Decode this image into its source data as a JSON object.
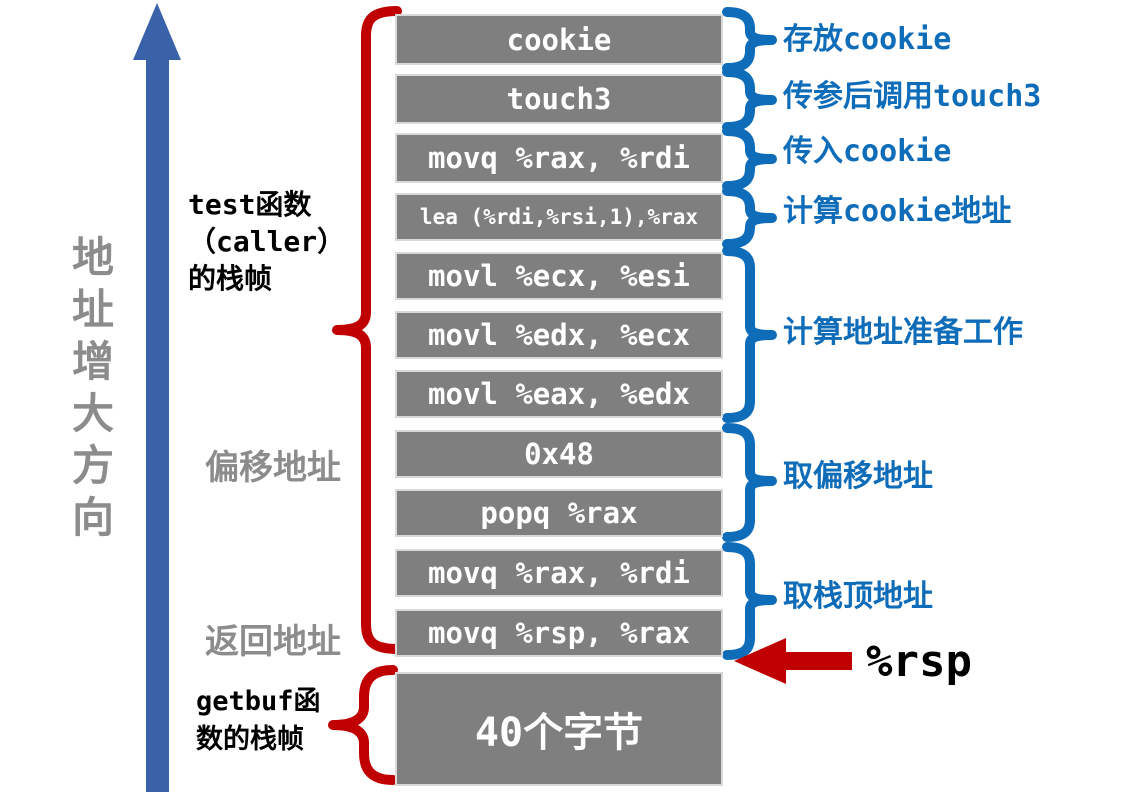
{
  "diagram": {
    "axis": {
      "chars": [
        "地",
        "址",
        "增",
        "大",
        "方",
        "向"
      ]
    },
    "left_labels": {
      "test_frame": [
        "test函数",
        "（caller）",
        "的栈帧"
      ],
      "offset": "偏移地址",
      "return": "返回地址",
      "getbuf_frame": [
        "getbuf函",
        "数的栈帧"
      ]
    },
    "stack_boxes": [
      "cookie",
      "touch3",
      "movq %rax, %rdi",
      "lea (%rdi,%rsi,1),%rax",
      "movl %ecx, %esi",
      "movl %edx, %ecx",
      "movl %eax, %edx",
      "0x48",
      "popq %rax",
      "movq %rax, %rdi",
      "movq %rsp, %rax",
      "40个字节"
    ],
    "right_labels": [
      "存放cookie",
      "传参后调用touch3",
      "传入cookie",
      "计算cookie地址",
      "计算地址准备工作",
      "取偏移地址",
      "取栈顶地址"
    ],
    "rsp_pointer": "%rsp",
    "colors": {
      "box_gray": "#7f7f7f",
      "accent_blue": "#0e6cb8",
      "brace_red": "#c00000",
      "arrow_blue": "#3a62a8",
      "muted_gray": "#8c8c8c",
      "text_black": "#000000",
      "box_text": "#ffffff"
    }
  }
}
